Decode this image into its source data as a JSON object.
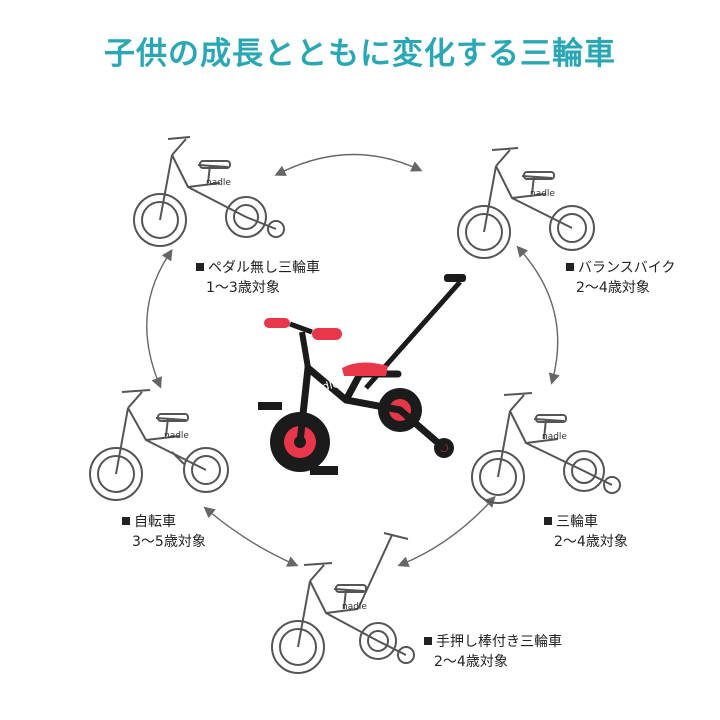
{
  "title": "子供の成長とともに変化する三輪車",
  "brand": "nadle",
  "colors": {
    "title": "#29a7b4",
    "accent_red": "#e8374a",
    "frame_dark": "#1b1b1b",
    "sketch": "#555555",
    "arrow": "#666666"
  },
  "modes": [
    {
      "name": "ペダル無し三輪車",
      "age": "1～3歳対象"
    },
    {
      "name": "バランスバイク",
      "age": "2～4歳対象"
    },
    {
      "name": "自転車",
      "age": "3～5歳対象"
    },
    {
      "name": "三輪車",
      "age": "2～4歳対象"
    },
    {
      "name": "手押し棒付き三輪車",
      "age": "2～4歳対象"
    }
  ]
}
